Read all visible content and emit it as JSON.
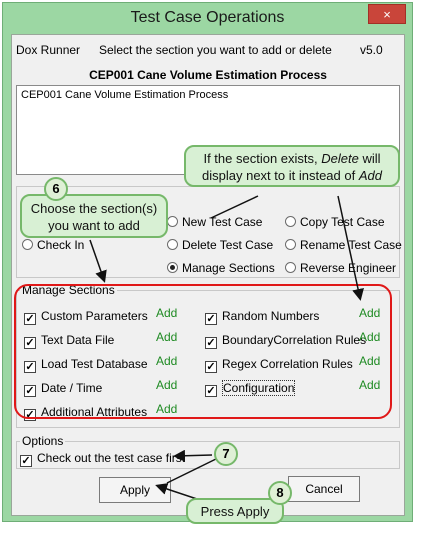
{
  "window": {
    "title": "Test Case Operations",
    "close_label": "×"
  },
  "header": {
    "app_name": "Dox Runner",
    "instruction": "Select the section you want to add or delete",
    "version": "v5.0"
  },
  "subtitle": "CEP001 Cane Volume Estimation Process",
  "listbox": {
    "items": [
      "CEP001 Cane Volume Estimation Process"
    ]
  },
  "operations": {
    "check_in": "Check In",
    "new_test_case": "New Test Case",
    "copy_test_case": "Copy Test Case",
    "delete_test_case": "Delete Test Case",
    "rename_test_case": "Rename Test Case",
    "manage_sections": "Manage Sections",
    "reverse_engineer": "Reverse Engineer",
    "selected": "Manage Sections"
  },
  "manage_sections": {
    "legend": "Manage Sections",
    "left": [
      {
        "label": "Custom Parameters",
        "checked": true,
        "action": "Add"
      },
      {
        "label": "Text Data File",
        "checked": true,
        "action": "Add"
      },
      {
        "label": "Load Test Database",
        "checked": true,
        "action": "Add"
      },
      {
        "label": "Date / Time",
        "checked": true,
        "action": "Add"
      },
      {
        "label": "Additional Attributes",
        "checked": true,
        "action": "Add"
      }
    ],
    "right": [
      {
        "label": "Random Numbers",
        "checked": true,
        "action": "Add"
      },
      {
        "label": "BoundaryCorrelation Rules",
        "checked": true,
        "action": "Add"
      },
      {
        "label": "Regex Correlation Rules",
        "checked": true,
        "action": "Add"
      },
      {
        "label": "Configuration",
        "checked": true,
        "action": "Add"
      }
    ]
  },
  "options": {
    "legend": "Options",
    "checkout_label": "Check out the test case first",
    "checkout_checked": true
  },
  "buttons": {
    "apply": "Apply",
    "cancel": "Cancel"
  },
  "callouts": {
    "step6_number": "6",
    "step6_text": "Choose the section(s) you want to add",
    "hint_text_1": "If the section exists,",
    "hint_delete": "Delete",
    "hint_text_2": "will display next to it instead of",
    "hint_add": "Add",
    "step7_number": "7",
    "step8_number": "8",
    "step8_text": "Press Apply"
  },
  "colors": {
    "frame": "#9cd7a3",
    "add_text": "#1e8a22",
    "highlight_box": "#e01818",
    "callout_fill": "#d8f0d4",
    "callout_border": "#76b86a"
  }
}
